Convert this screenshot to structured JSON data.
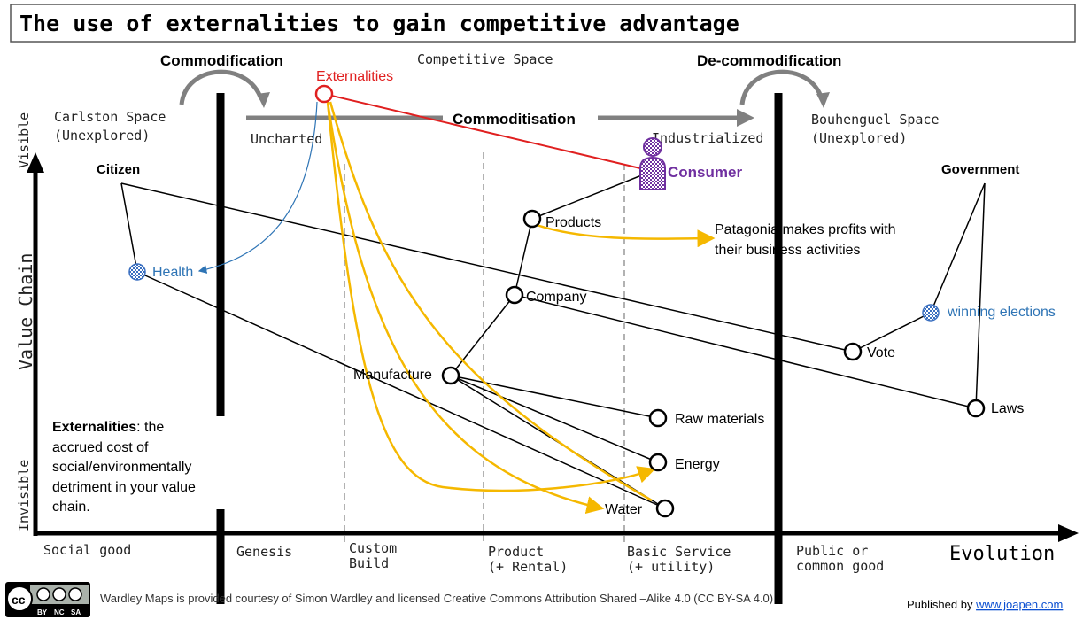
{
  "title": "The use of externalities to gain competitive advantage",
  "header": {
    "commodification": "Commodification",
    "decommodification": "De-commodification",
    "competitive_space": "Competitive Space",
    "commoditisation": "Commoditisation",
    "carlston_1": "Carlston Space",
    "carlston_2": "(Unexplored)",
    "bouhenguel_1": "Bouhenguel Space",
    "bouhenguel_2": "(Unexplored)",
    "uncharted": "Uncharted",
    "industrialized": "Industrialized"
  },
  "axes": {
    "y_label": "Value Chain",
    "visible": "Visible",
    "invisible": "Invisible",
    "x_label": "Evolution",
    "stages": {
      "social_good": "Social good",
      "genesis": "Genesis",
      "custom_1": "Custom",
      "custom_2": "Build",
      "product_1": "Product",
      "product_2": "(+ Rental)",
      "basic_1": "Basic Service",
      "basic_2": "(+ utility)",
      "public_1": "Public or",
      "public_2": "common good"
    }
  },
  "nodes": {
    "externalities": "Externalities",
    "consumer": "Consumer",
    "citizen": "Citizen",
    "government": "Government",
    "health": "Health",
    "products": "Products",
    "company": "Company",
    "manufacture": "Manufacture",
    "raw_materials": "Raw materials",
    "energy": "Energy",
    "water": "Water",
    "vote": "Vote",
    "laws": "Laws",
    "winning_elections": "winning elections"
  },
  "notes": {
    "patagonia_1": "Patagonia makes profits with",
    "patagonia_2": "their business activities",
    "ext_term": "Externalities",
    "ext_def_1": ": the",
    "ext_def_2": "accrued cost of",
    "ext_def_3": "social/environmentally",
    "ext_def_4": "detriment in your value",
    "ext_def_5": "chain."
  },
  "footer": {
    "license": "Wardley Maps is provided courtesy of Simon Wardley and licensed  Creative Commons Attribution Shared –Alike 4.0 (CC BY-SA 4.0)",
    "published_prefix": "Published by ",
    "published_link": "www.joapen.com",
    "cc_by": "BY",
    "cc_nc": "NC",
    "cc_sa": "SA"
  },
  "colors": {
    "externality_red": "#e02020",
    "consumer_purple": "#7030a0",
    "label_blue": "#2e74b5",
    "flow_yellow": "#f5b800",
    "arrow_grey": "#808080"
  }
}
